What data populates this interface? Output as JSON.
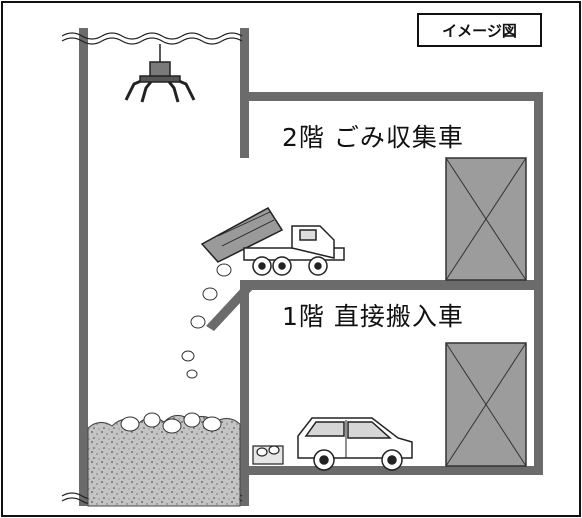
{
  "badge": "イメージ図",
  "floor2": {
    "label": "2階  ごみ収集車"
  },
  "floor1": {
    "label": "1階  直接搬入車"
  },
  "colors": {
    "wall": "#6b6b6b",
    "door": "#9c9c9c",
    "pile": "#bdbdbd",
    "line": "#222222"
  }
}
